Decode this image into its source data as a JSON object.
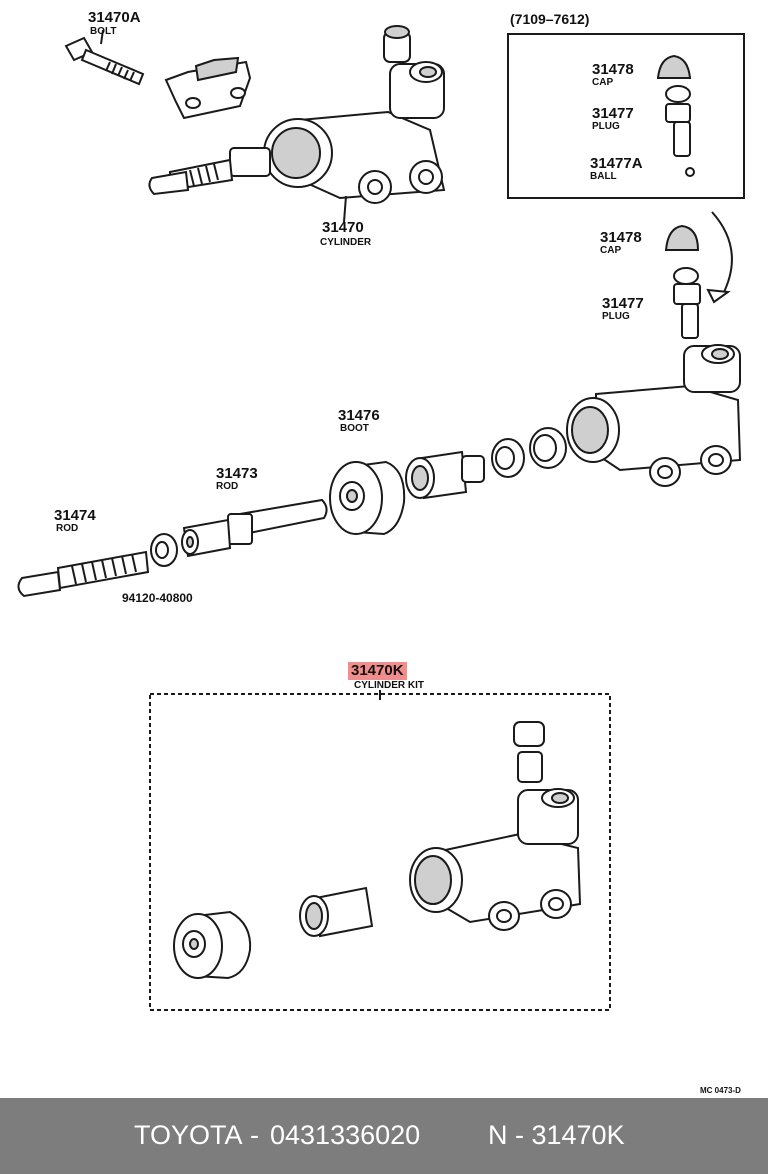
{
  "diagram": {
    "range_label": "(7109–7612)",
    "parts": [
      {
        "number": "31470A",
        "name": "BOLT"
      },
      {
        "number": "31470",
        "name": "CYLINDER"
      },
      {
        "number": "31478",
        "name": "CAP"
      },
      {
        "number": "31477",
        "name": "PLUG"
      },
      {
        "number": "31477A",
        "name": "BALL"
      },
      {
        "number": "31478",
        "name": "CAP"
      },
      {
        "number": "31477",
        "name": "PLUG"
      },
      {
        "number": "31476",
        "name": "BOOT"
      },
      {
        "number": "31473",
        "name": "ROD"
      },
      {
        "number": "31474",
        "name": "ROD"
      },
      {
        "number": "94120-40800",
        "name": ""
      },
      {
        "number": "31470K",
        "name": "CYLINDER KIT",
        "highlighted": true
      }
    ],
    "figure_code": "MC 0473-D",
    "highlight_color": "#f28d8d"
  },
  "footer": {
    "brand": "TOYOTA",
    "separator": "-",
    "part_number": "0431336020",
    "ref": "N - 31470K",
    "background": "#7d7d7d"
  }
}
